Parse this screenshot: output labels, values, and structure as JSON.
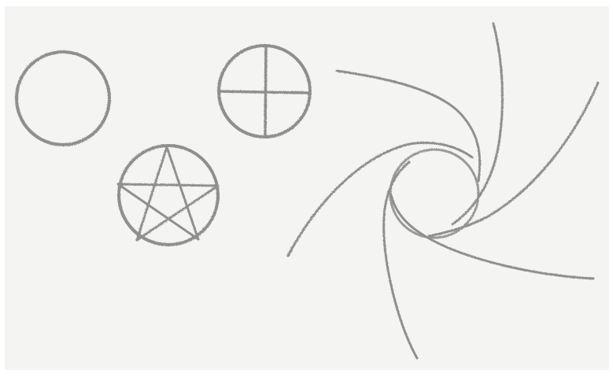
{
  "image": {
    "background_color": "#ffffff",
    "paper_color": "#f4f4f2",
    "pencil_color": "#8f8f8f",
    "style": "pencil sketch"
  },
  "symbols": [
    {
      "name": "plain-circle"
    },
    {
      "name": "circle-with-cross"
    },
    {
      "name": "pentagram-in-circle"
    },
    {
      "name": "spiral-vortex",
      "arms": 6
    }
  ]
}
